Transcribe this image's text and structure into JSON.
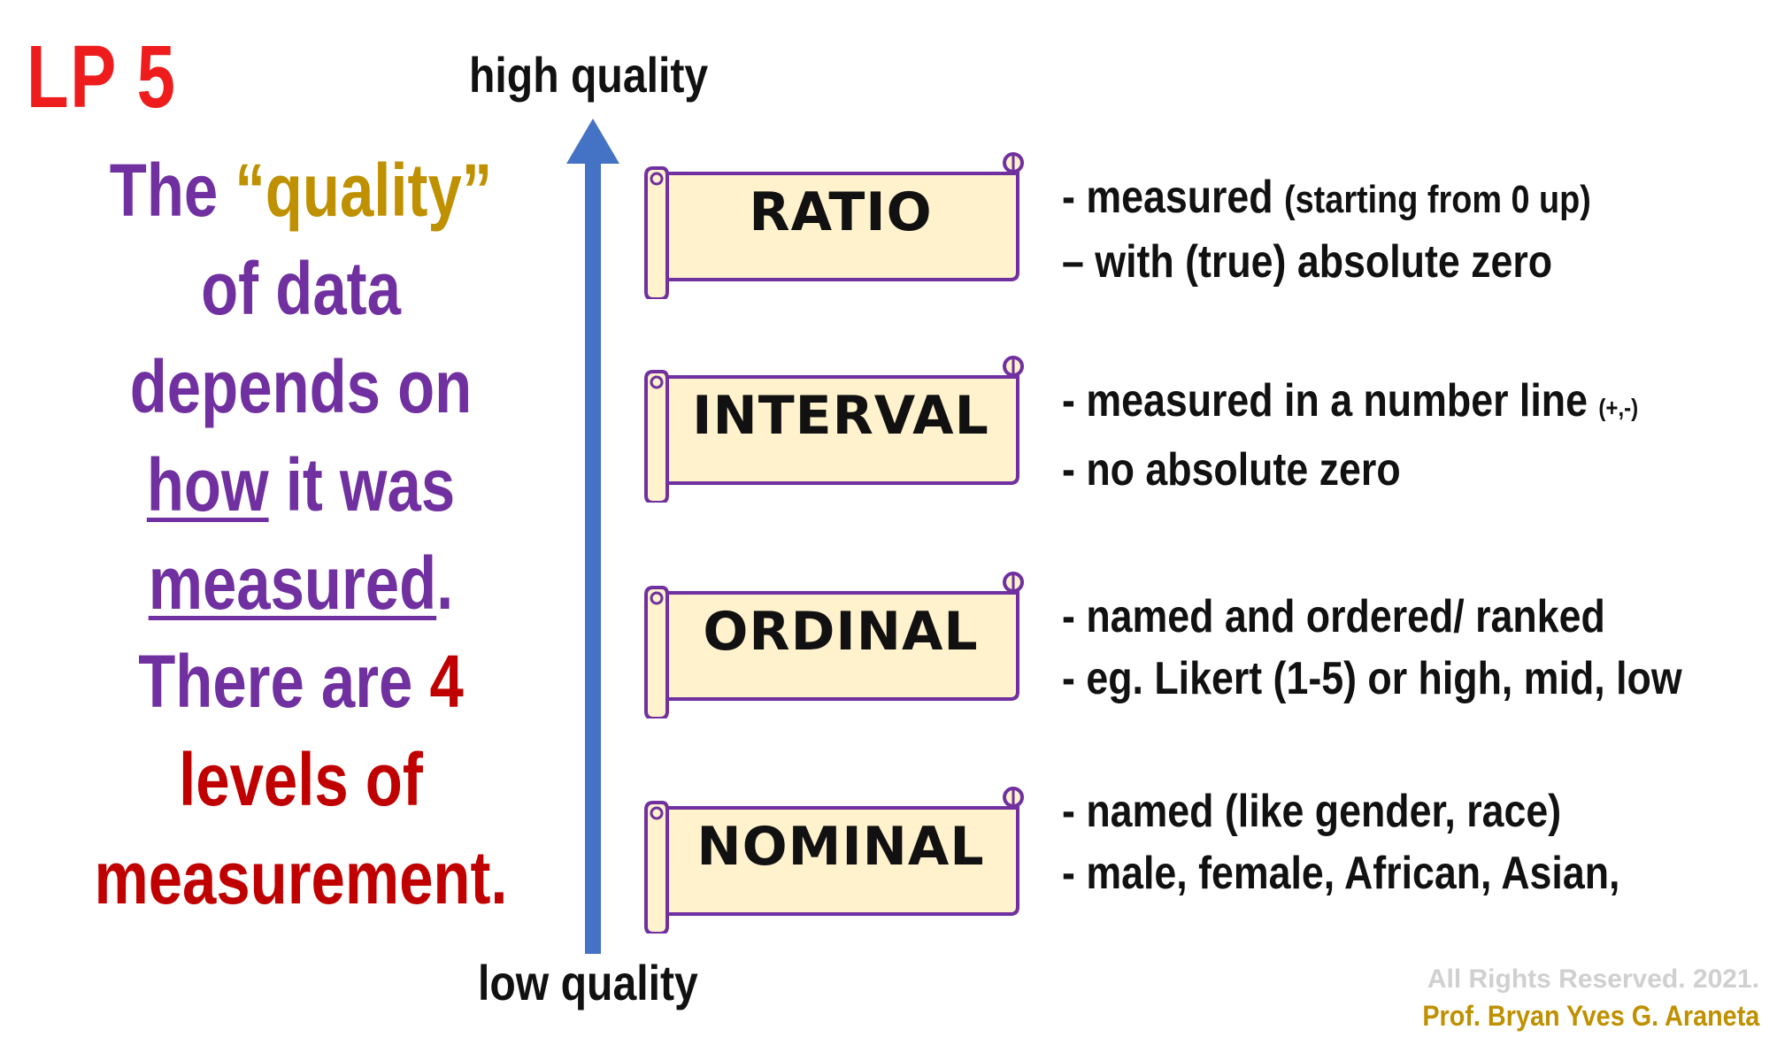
{
  "title": "LP 5",
  "statement": {
    "the": "The ",
    "quality_word": "“quality”",
    "line2": "of data",
    "line3": "depends on",
    "how": "how",
    "it_was": " it was",
    "measured": "measured",
    "period": ".",
    "there_are": "There are ",
    "four": "4",
    "levels_of": "levels of",
    "measurement": "measurement."
  },
  "axis": {
    "high_label": "high quality",
    "low_label": "low quality",
    "color": "#4472c4"
  },
  "levels": [
    {
      "name": "RATIO"
    },
    {
      "name": "INTERVAL"
    },
    {
      "name": "ORDINAL"
    },
    {
      "name": "NOMINAL"
    }
  ],
  "descriptions": {
    "ratio": {
      "line1_main": "- measured ",
      "line1_note": "(starting from 0 up)",
      "line2": "– with (true) absolute zero"
    },
    "interval": {
      "line1_main": "- measured in a number line ",
      "line1_note": "(+,-)",
      "line2": "- no absolute zero"
    },
    "ordinal": {
      "line1": "- named and ordered/ ranked",
      "line2": "- eg. Likert (1-5) or high, mid, low"
    },
    "nominal": {
      "line1": "- named (like gender, race)",
      "line2": "- male, female, African, Asian,"
    }
  },
  "footer": {
    "rights": "All Rights Reserved. 2021.",
    "author": "Prof. Bryan Yves G. Araneta"
  },
  "colors": {
    "title_red": "#ee1c1c",
    "purple": "#7030a0",
    "gold": "#bf9000",
    "dark_red": "#c00000",
    "scroll_fill": "#fff2cc",
    "scroll_stroke": "#7030a0"
  }
}
